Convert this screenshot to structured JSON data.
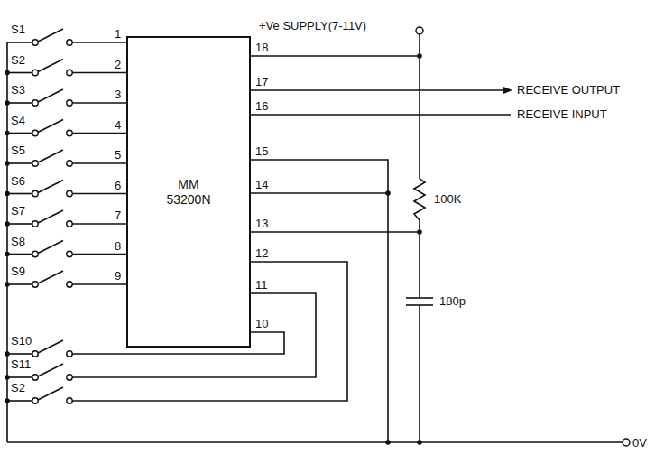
{
  "diagram": {
    "nodes": [
      {
        "text": [
          "MM 53200N"
        ]
      }
    ],
    "labels": [
      "S1",
      "S2",
      "S3",
      "S4",
      "S5",
      "S6",
      "S7",
      "S8",
      "S9",
      "S10",
      "S11",
      "S2",
      "1",
      "2",
      "3",
      "4",
      "5",
      "6",
      "7",
      "8",
      "9",
      "10",
      "11",
      "12",
      "13",
      "14",
      "15",
      "16",
      "17",
      "18",
      "+Ve SUPPLY(7-11V)",
      "RECEIVE OUTPUT",
      "RECEIVE INPUT",
      "100K",
      "180p",
      "0V"
    ]
  }
}
